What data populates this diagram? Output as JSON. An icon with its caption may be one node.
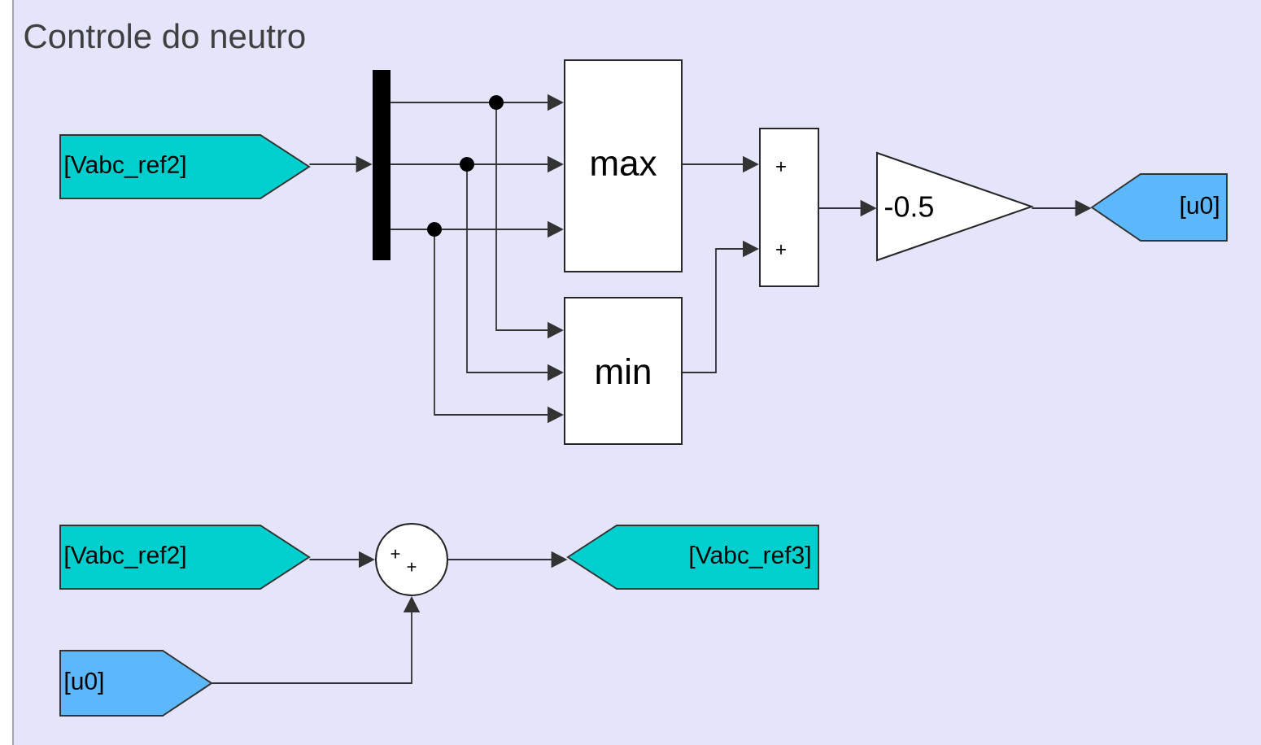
{
  "diagram": {
    "nodes": [
      {
        "text": [
          "Controle do neutro"
        ]
      },
      {
        "text": [
          "[Vabc_ref2]"
        ],
        "in": 0
      },
      {
        "text": [],
        "shape": "bar",
        "in": 0
      },
      {
        "text": [
          "max"
        ],
        "in": 0
      },
      {
        "text": [
          "min"
        ],
        "in": 0
      },
      {
        "text": [
          "+",
          "+"
        ],
        "in": 0
      },
      {
        "text": [
          "-0.5"
        ],
        "in": 0
      },
      {
        "text": [
          "[u0]"
        ],
        "in": 0
      },
      {
        "text": [
          "[Vabc_ref2]"
        ],
        "in": 0
      },
      {
        "text": [
          "+",
          "+"
        ],
        "in": 0
      },
      {
        "text": [
          "[Vabc_ref3]"
        ],
        "in": 0
      },
      {
        "text": [
          "[u0]"
        ],
        "in": 0
      }
    ],
    "edges": [
      {
        "from": 1,
        "to": 2,
        "arrow": "to"
      },
      {
        "from": 2,
        "to": 3,
        "arrow": "to"
      },
      {
        "from": 2,
        "to": 3,
        "arrow": "to"
      },
      {
        "from": 2,
        "to": 3,
        "arrow": "to"
      },
      {
        "from": 2,
        "to": 4,
        "arrow": "to"
      },
      {
        "from": 2,
        "to": 4,
        "arrow": "to"
      },
      {
        "from": 2,
        "to": 4,
        "arrow": "to"
      },
      {
        "from": 3,
        "to": 5,
        "arrow": "to"
      },
      {
        "from": 4,
        "to": 5,
        "arrow": "to"
      },
      {
        "from": 5,
        "to": 6,
        "arrow": "to"
      },
      {
        "from": 6,
        "to": 7,
        "arrow": "to"
      },
      {
        "from": 8,
        "to": 9,
        "arrow": "to"
      },
      {
        "from": 9,
        "to": 10,
        "arrow": "to"
      },
      {
        "from": 11,
        "to": 9,
        "arrow": "to"
      }
    ]
  }
}
